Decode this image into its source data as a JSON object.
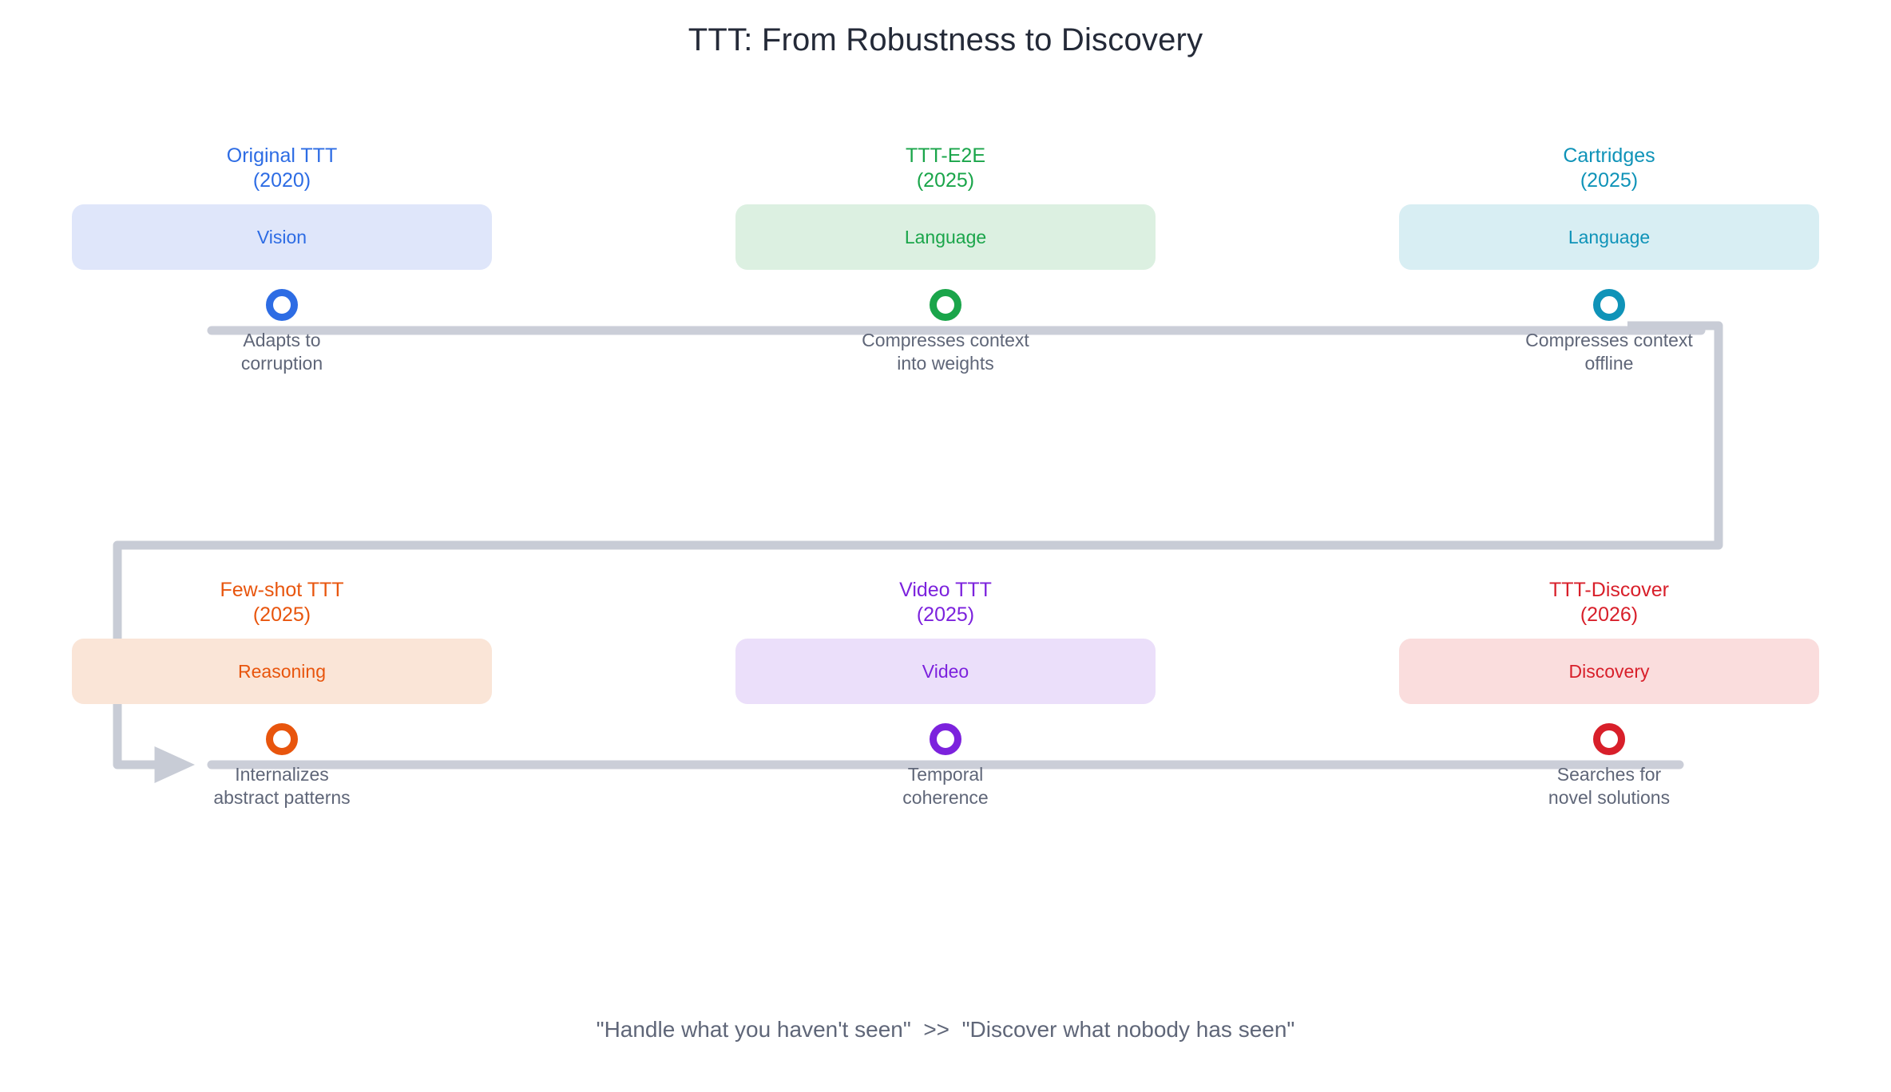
{
  "header": {
    "title": "TTT: From Robustness to Discovery"
  },
  "footer": {
    "caption": "\"Handle what you haven't seen\"  >>  \"Discover what nobody has seen\""
  },
  "theme": {
    "title_color": "#242a38",
    "description_color": "#5f6678",
    "track_color": "#cbced8",
    "connector_color": "#c8ccd6",
    "background": "#ffffff"
  },
  "chart_data": {
    "type": "timeline",
    "title": "TTT: From Robustness to Discovery",
    "caption": "\"Handle what you haven't seen\"  >>  \"Discover what nobody has seen\"",
    "rows": 2,
    "columns": 3,
    "flow": "left-to-right on row 1, wraps down and back to start of row 2, then left-to-right",
    "nodes": [
      {
        "id": "original-ttt",
        "row": 1,
        "column": 1,
        "title": "Original TTT",
        "year": "(2020)",
        "domain": "Vision",
        "description": "Adapts to\ncorruption",
        "accent": "#2d6ce4",
        "box_fill": "#dfe6fa"
      },
      {
        "id": "ttt-e2e",
        "row": 1,
        "column": 2,
        "title": "TTT-E2E",
        "year": "(2025)",
        "domain": "Language",
        "description": "Compresses context\ninto weights",
        "accent": "#1aa54a",
        "box_fill": "#dcf0e1"
      },
      {
        "id": "cartridges",
        "row": 1,
        "column": 3,
        "title": "Cartridges",
        "year": "(2025)",
        "domain": "Language",
        "description": "Compresses context\noffline",
        "accent": "#0f93b8",
        "box_fill": "#d8eef3"
      },
      {
        "id": "few-shot-ttt",
        "row": 2,
        "column": 1,
        "title": "Few-shot TTT",
        "year": "(2025)",
        "domain": "Reasoning",
        "description": "Internalizes\nabstract patterns",
        "accent": "#e8550d",
        "box_fill": "#fae5d7"
      },
      {
        "id": "video-ttt",
        "row": 2,
        "column": 2,
        "title": "Video TTT",
        "year": "(2025)",
        "domain": "Video",
        "description": "Temporal\ncoherence",
        "accent": "#7c22dd",
        "box_fill": "#ebdffa"
      },
      {
        "id": "ttt-discover",
        "row": 2,
        "column": 3,
        "title": "TTT-Discover",
        "year": "(2026)",
        "domain": "Discovery",
        "description": "Searches for\nnovel solutions",
        "accent": "#d81f2a",
        "box_fill": "#fadddd"
      }
    ]
  }
}
